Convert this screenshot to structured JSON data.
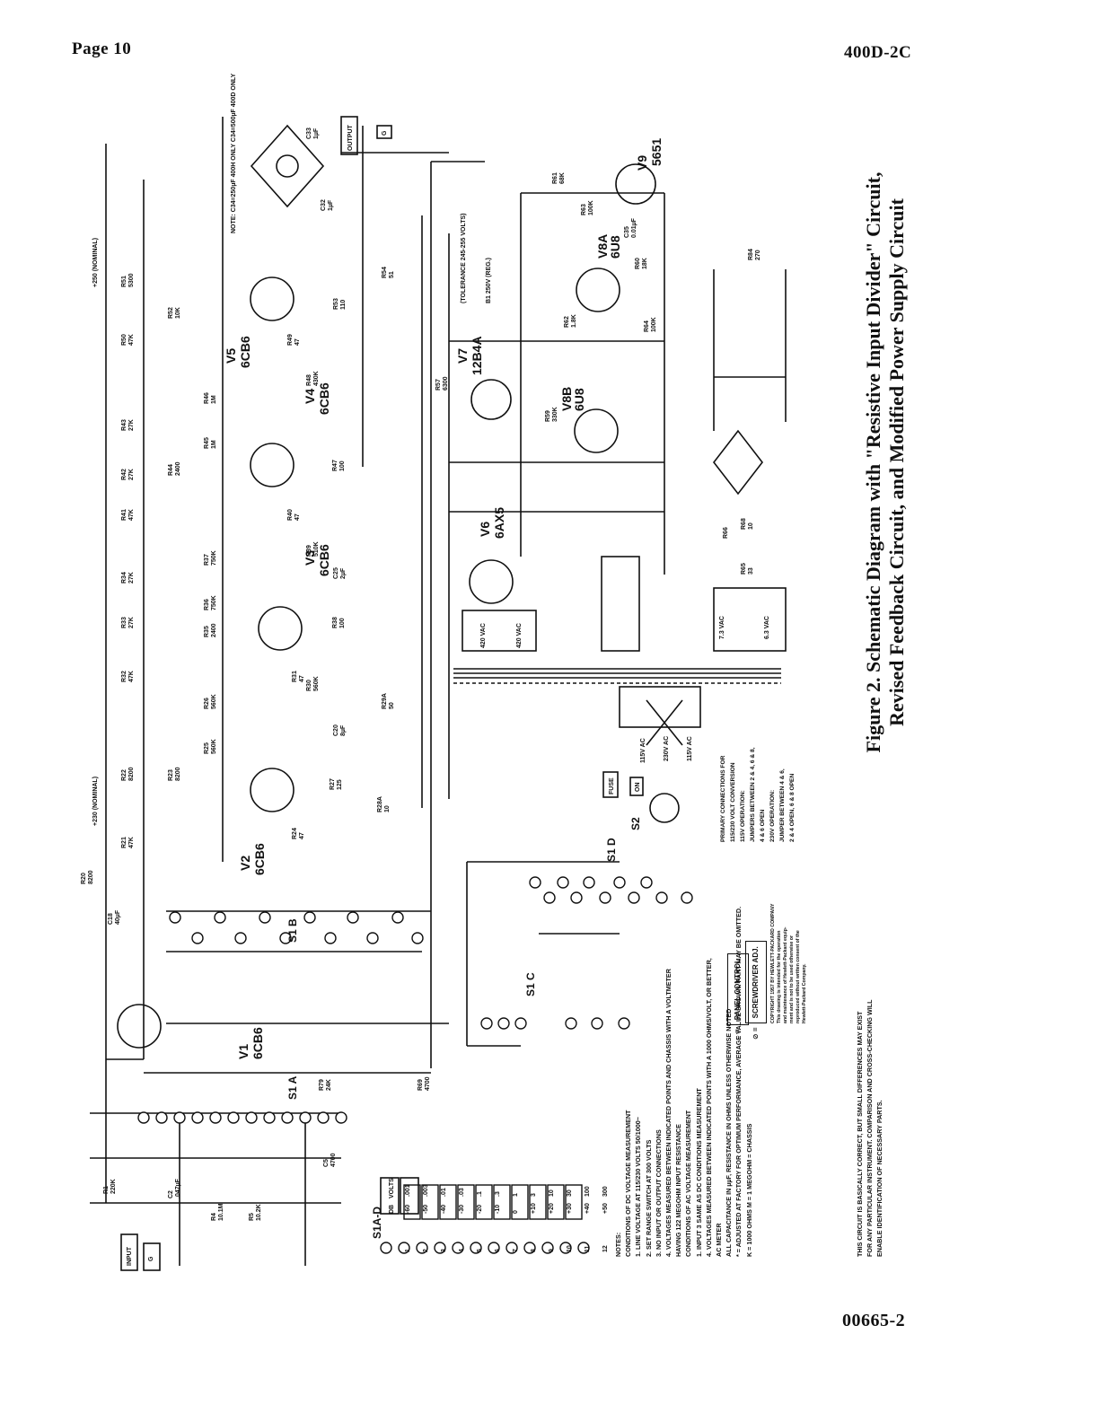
{
  "header": {
    "page_number": "Page 10",
    "document_id": "400D-2C"
  },
  "figure_code": "00665-2",
  "caption": {
    "line1": "Figure 2. Schematic Diagram with \"Resistive Input Divider\" Circuit,",
    "line2": "Revised Feedback Circuit, and Modified Power Supply Circuit"
  },
  "jacks": {
    "input": "INPUT",
    "output": "OUTPUT",
    "ground": "G",
    "fuse": "FUSE",
    "on": "ON"
  },
  "tubes": [
    {
      "ref": "V1",
      "type": "6CB6"
    },
    {
      "ref": "V2",
      "type": "6CB6"
    },
    {
      "ref": "V3",
      "type": "6CB6"
    },
    {
      "ref": "V4",
      "type": "6CB6"
    },
    {
      "ref": "V5",
      "type": "6CB6"
    },
    {
      "ref": "V6",
      "type": "6AX5"
    },
    {
      "ref": "V7",
      "type": "12B4A"
    },
    {
      "ref": "V8A",
      "type": "6U8"
    },
    {
      "ref": "V8B",
      "type": "6U8"
    },
    {
      "ref": "V9",
      "type": "5651"
    }
  ],
  "switch_sections": [
    "S1 A",
    "S1 B",
    "S1 C",
    "S1 D",
    "S2"
  ],
  "rails": {
    "b_plus_250": "+250 (NOMINAL)",
    "b_plus_230": "+230 (NOMINAL)",
    "regulated": "B1 250V (REG.)",
    "tolerance": "(TOLERANCE 245-255 VOLTS)",
    "hv": "420 VAC",
    "fil1": "6.3 VAC",
    "fil2": "7.3 VAC",
    "line115": "115V AC",
    "line230": "230V AC"
  },
  "components": [
    {
      "ref": "R20",
      "value": "8200"
    },
    {
      "ref": "C18",
      "value": "40µF"
    },
    {
      "ref": "R21",
      "value": "47K"
    },
    {
      "ref": "R22",
      "value": "8200"
    },
    {
      "ref": "R23",
      "value": "8200"
    },
    {
      "ref": "R24",
      "value": "47"
    },
    {
      "ref": "R25",
      "value": "560K"
    },
    {
      "ref": "R26",
      "value": "560K"
    },
    {
      "ref": "R27",
      "value": "125"
    },
    {
      "ref": "R28A",
      "value": "10"
    },
    {
      "ref": "R29A",
      "value": "50"
    },
    {
      "ref": "R30",
      "value": "560K"
    },
    {
      "ref": "R31",
      "value": "47"
    },
    {
      "ref": "R32",
      "value": "47K"
    },
    {
      "ref": "R33",
      "value": "27K"
    },
    {
      "ref": "R34",
      "value": "27K"
    },
    {
      "ref": "R35",
      "value": "2400"
    },
    {
      "ref": "R36",
      "value": "750K"
    },
    {
      "ref": "R37",
      "value": "750K"
    },
    {
      "ref": "R38",
      "value": "100"
    },
    {
      "ref": "R39",
      "value": "510K"
    },
    {
      "ref": "R40",
      "value": "47"
    },
    {
      "ref": "R41",
      "value": "47K"
    },
    {
      "ref": "R42",
      "value": "27K"
    },
    {
      "ref": "R43",
      "value": "27K"
    },
    {
      "ref": "R44",
      "value": "2400"
    },
    {
      "ref": "R45",
      "value": "1M"
    },
    {
      "ref": "R46",
      "value": "1M"
    },
    {
      "ref": "R47",
      "value": "100"
    },
    {
      "ref": "R48",
      "value": "430K"
    },
    {
      "ref": "R49",
      "value": "47"
    },
    {
      "ref": "R50",
      "value": "47K"
    },
    {
      "ref": "R51",
      "value": "5300"
    },
    {
      "ref": "R52",
      "value": "10K"
    },
    {
      "ref": "R53",
      "value": "110"
    },
    {
      "ref": "R54",
      "value": "51"
    },
    {
      "ref": "R57",
      "value": "6300"
    },
    {
      "ref": "R59",
      "value": "330K"
    },
    {
      "ref": "R60",
      "value": "18K"
    },
    {
      "ref": "R61",
      "value": "68K"
    },
    {
      "ref": "R62",
      "value": "1.8K"
    },
    {
      "ref": "R63",
      "value": "100K"
    },
    {
      "ref": "R64",
      "value": "100K"
    },
    {
      "ref": "R65",
      "value": "33"
    },
    {
      "ref": "R66",
      "value": ""
    },
    {
      "ref": "R68",
      "value": "10"
    },
    {
      "ref": "R84",
      "value": "270"
    },
    {
      "ref": "C20",
      "value": "8µF"
    },
    {
      "ref": "C25",
      "value": "2µF"
    },
    {
      "ref": "C32",
      "value": "1µF"
    },
    {
      "ref": "C33",
      "value": "1µF"
    },
    {
      "ref": "C35",
      "value": "0.01µF"
    },
    {
      "ref": "R1",
      "value": "220K"
    },
    {
      "ref": "C2",
      "value": ".047µF"
    },
    {
      "ref": "R4",
      "value": "10.1M"
    },
    {
      "ref": "R5",
      "value": "10.2K"
    },
    {
      "ref": "C5",
      "value": "4700"
    },
    {
      "ref": "R69",
      "value": "4700"
    },
    {
      "ref": "R79",
      "value": "24K"
    }
  ],
  "range_table": {
    "headers": [
      "S1A-D",
      "DB",
      "VOLTS"
    ],
    "rows": [
      {
        "pos": "1",
        "db": "-60",
        "volts": ".001"
      },
      {
        "pos": "2",
        "db": "-50",
        "volts": ".003"
      },
      {
        "pos": "3",
        "db": "-40",
        "volts": ".01"
      },
      {
        "pos": "4",
        "db": "-30",
        "volts": ".03"
      },
      {
        "pos": "5",
        "db": "-20",
        "volts": ".1"
      },
      {
        "pos": "6",
        "db": "-10",
        "volts": ".3"
      },
      {
        "pos": "7",
        "db": "0",
        "volts": "1"
      },
      {
        "pos": "8",
        "db": "+10",
        "volts": "3"
      },
      {
        "pos": "9",
        "db": "+20",
        "volts": "10"
      },
      {
        "pos": "10",
        "db": "+30",
        "volts": "30"
      },
      {
        "pos": "11",
        "db": "+40",
        "volts": "100"
      },
      {
        "pos": "12",
        "db": "+50",
        "volts": "300"
      }
    ]
  },
  "notes": [
    "NOTES:",
    "CONDITIONS OF DC VOLTAGE MEASUREMENT",
    "1. LINE VOLTAGE AT 115/230 VOLTS 50/1000~",
    "2. SET RANGE SWITCH AT 300 VOLTS",
    "3. NO INPUT OR OUTPUT CONNECTIONS",
    "4. VOLTAGES MEASURED BETWEEN INDICATED POINTS AND CHASSIS WITH A VOLTMETER",
    "HAVING 122 MEGOHM INPUT RESISTANCE",
    "CONDITIONS OF AC VOLTAGE MEASUREMENT",
    "1. INPUT 3 SAME AS DC CONDITIONS MEASUREMENT",
    "4. VOLTAGES MEASURED BETWEEN INDICATED POINTS WITH A 1000 OHMS/VOLT, OR BETTER,",
    "AC METER",
    "ALL CAPACITANCE IN µµF, RESISTANCE IN OHMS UNLESS OTHERWISE NOTED",
    "* = ADJUSTED AT FACTORY FOR OPTIMUM PERFORMANCE, AVERAGE VALUE SHOWN. PART MAY BE OMITTED.",
    "K = 1000 OHMS    M = 1 MEGOHM    = CHASSIS"
  ],
  "disclaimer": [
    "THIS CIRCUIT IS BASICALLY CORRECT, BUT SMALL DIFFERENCES MAY EXIST",
    "FOR ANY PARTICULAR INSTRUMENT. COMPARISON AND CROSS-CHECKING WILL",
    "ENABLE IDENTIFICATION OF NECESSARY PARTS."
  ],
  "primary_connections": [
    "PRIMARY CONNECTIONS FOR",
    "115/230 VOLT CONVERSION",
    "115V OPERATION:",
    "JUMPERS BETWEEN 2 & 4, 6 & 8,",
    "4 & 6 OPEN",
    "230V OPERATION:",
    "JUMPER BETWEEN 4 & 6,",
    "2 & 4 OPEN, 6 & 8 OPEN"
  ],
  "copyright": [
    "COPYRIGHT 1957 BY HEWLETT-PACKARD COMPANY",
    "This drawing is intended for the operation",
    "and maintenance of Hewlett-Packard equip-",
    "ment and is not to be used otherwise or",
    "reproduced without written consent of the",
    "Hewlett-Packard Company."
  ],
  "legend": {
    "panel": "PANEL CONTROL",
    "screwdriver": "SCREWDRIVER ADJ."
  },
  "note_c34": "NOTE: C34=250µF 400H ONLY C34=500µF 400D ONLY"
}
